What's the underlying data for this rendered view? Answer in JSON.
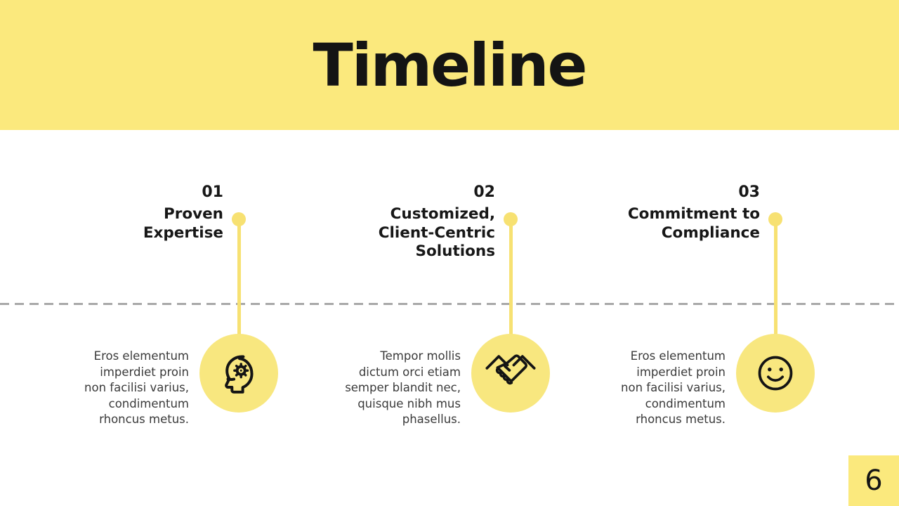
{
  "slide": {
    "title": "Timeline",
    "page_number": "6"
  },
  "colors": {
    "header_band": "#FBE97D",
    "icon_bubble": "#F8E77F",
    "connector": "#F7E172",
    "dashed_axis": "#A8A8A8",
    "heading_text": "#141414",
    "body_text": "#3A3A3A"
  },
  "items": [
    {
      "number": "01",
      "title": "Proven\nExpertise",
      "description": "Eros elementum\nimperdiet proin\nnon facilisi varius,\ncondimentum\nrhoncus metus.",
      "icon": "head-gear-icon"
    },
    {
      "number": "02",
      "title": "Customized,\nClient-Centric\nSolutions",
      "description": "Tempor mollis\ndictum orci etiam\nsemper blandit nec,\nquisque nibh mus\nphasellus.",
      "icon": "handshake-icon"
    },
    {
      "number": "03",
      "title": "Commitment to\nCompliance",
      "description": "Eros elementum\nimperdiet proin\nnon facilisi varius,\ncondimentum\nrhoncus metus.",
      "icon": "smiley-icon"
    }
  ]
}
